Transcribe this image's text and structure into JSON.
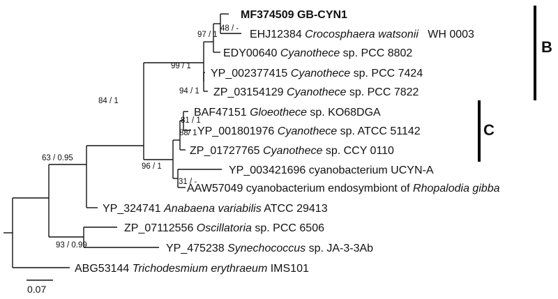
{
  "taxa": [
    {
      "id": "t1",
      "parts": [
        {
          "text": "MF374509 GB-CYN1"
        }
      ],
      "bold": true
    },
    {
      "id": "t2",
      "parts": [
        {
          "text": "EHJ12384 "
        },
        {
          "text": "Crocosphaera watsonii",
          "italic": true
        },
        {
          "text": "   WH 0003"
        }
      ]
    },
    {
      "id": "t3",
      "parts": [
        {
          "text": "EDY00640 "
        },
        {
          "text": "Cyanothece",
          "italic": true
        },
        {
          "text": " sp. PCC 8802"
        }
      ]
    },
    {
      "id": "t4",
      "parts": [
        {
          "text": "YP_002377415 "
        },
        {
          "text": "Cyanothece",
          "italic": true
        },
        {
          "text": " sp. PCC 7424"
        }
      ]
    },
    {
      "id": "t5",
      "parts": [
        {
          "text": "ZP_03154129 "
        },
        {
          "text": "Cyanothece",
          "italic": true
        },
        {
          "text": " sp. PCC 7822"
        }
      ]
    },
    {
      "id": "t6",
      "parts": [
        {
          "text": "BAF47151 "
        },
        {
          "text": "Gloeothece",
          "italic": true
        },
        {
          "text": " sp. KO68DGA"
        }
      ]
    },
    {
      "id": "t7",
      "parts": [
        {
          "text": "YP_001801976 "
        },
        {
          "text": "Cyanothece",
          "italic": true
        },
        {
          "text": " sp. ATCC 51142"
        }
      ]
    },
    {
      "id": "t8",
      "parts": [
        {
          "text": "ZP_01727765 "
        },
        {
          "text": "Cyanothece",
          "italic": true
        },
        {
          "text": " sp. CCY 0110"
        }
      ]
    },
    {
      "id": "t9",
      "parts": [
        {
          "text": "YP_003421696 cyanobacterium UCYN-A"
        }
      ]
    },
    {
      "id": "t10",
      "parts": [
        {
          "text": "AAW57049 cyanobacterium endosymbiont of "
        },
        {
          "text": "Rhopalodia gibba",
          "italic": true
        }
      ]
    },
    {
      "id": "t11",
      "parts": [
        {
          "text": "YP_324741 "
        },
        {
          "text": "Anabaena variabilis",
          "italic": true
        },
        {
          "text": " ATCC 29413"
        }
      ]
    },
    {
      "id": "t12",
      "parts": [
        {
          "text": "ZP_07112556 "
        },
        {
          "text": "Oscillatoria",
          "italic": true
        },
        {
          "text": " sp. PCC 6506"
        }
      ]
    },
    {
      "id": "t13",
      "parts": [
        {
          "text": "YP_475238 "
        },
        {
          "text": "Synechococcus",
          "italic": true
        },
        {
          "text": " sp. JA-3-3Ab"
        }
      ]
    },
    {
      "id": "t14",
      "parts": [
        {
          "text": "ABG53144 "
        },
        {
          "text": "Trichodesmium erythraeum",
          "italic": true
        },
        {
          "text": " IMS101"
        }
      ]
    }
  ],
  "support_values": [
    {
      "id": "s1",
      "text": "48 / -"
    },
    {
      "id": "s2",
      "text": "97 / 1"
    },
    {
      "id": "s3",
      "text": "99 / 1"
    },
    {
      "id": "s4",
      "text": "94 / 1"
    },
    {
      "id": "s5",
      "text": "84 / 1"
    },
    {
      "id": "s6",
      "text": "81 / 1"
    },
    {
      "id": "s7",
      "text": "88/ 1"
    },
    {
      "id": "s8",
      "text": "96 / 1"
    },
    {
      "id": "s9",
      "text": "31 / -"
    },
    {
      "id": "s10",
      "text": "63 / 0.95"
    },
    {
      "id": "s11",
      "text": "93 / 0.99"
    }
  ],
  "clades": [
    {
      "id": "B",
      "label": "B"
    },
    {
      "id": "C",
      "label": "C"
    }
  ],
  "scale_bar": {
    "label": "0.07"
  },
  "colors": {
    "ink": "#111111",
    "background": "#ffffff"
  }
}
